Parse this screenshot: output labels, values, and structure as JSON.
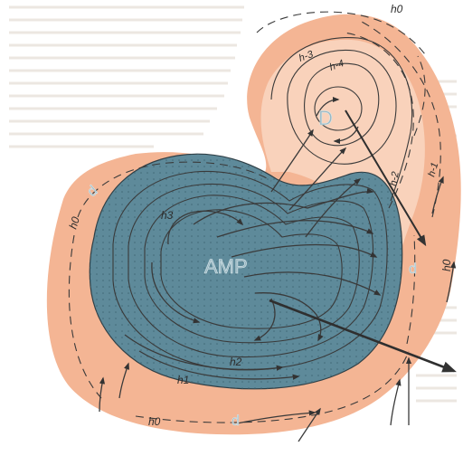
{
  "diagram": {
    "colors": {
      "outer_zone": "#f4b594",
      "anticyclone_fill": "#5e8a9a",
      "cyclone_fill": "#f9d2bb",
      "contour_lines": "#3a3a3a",
      "background_text": "#ece7e1"
    },
    "labels": {
      "amp": "AMP",
      "low": "D",
      "h0_left": "h0",
      "h0_top": "h0",
      "h0_right": "h0",
      "h0_bottom": "h0",
      "h1": "h1",
      "h2": "h2",
      "h3": "h3",
      "h_minus_1": "h-1",
      "h_minus_2": "h-2",
      "h_minus_3": "h-3",
      "h_minus_4": "h-4",
      "d_left": "d",
      "d_right": "d",
      "d_bottom": "d"
    }
  }
}
